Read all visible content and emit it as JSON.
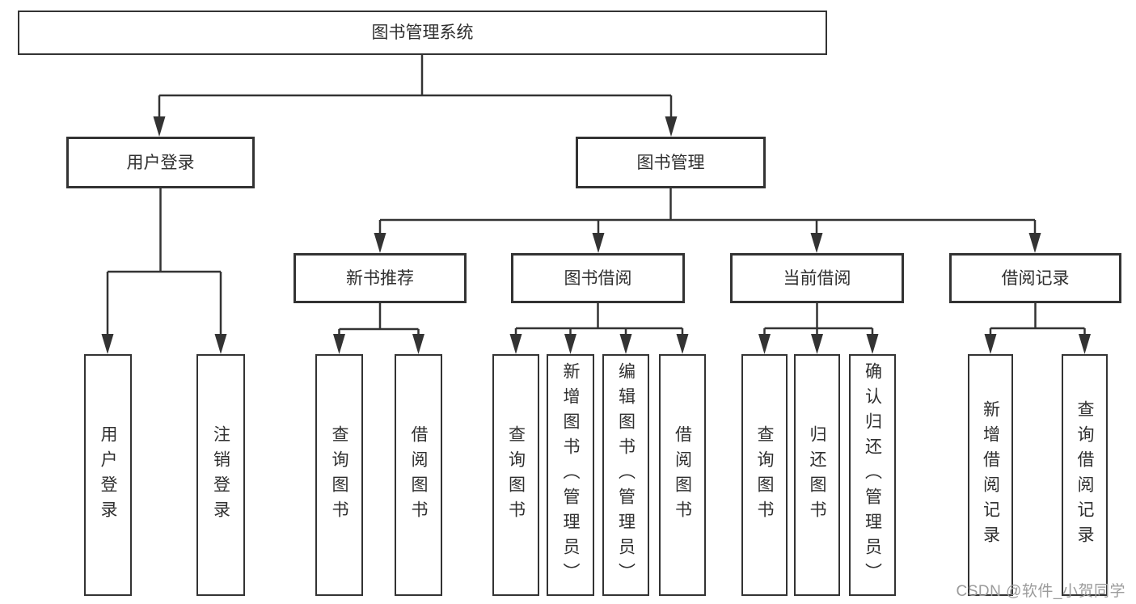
{
  "diagram": {
    "root": {
      "label": "图书管理系统"
    },
    "level2": {
      "user_login": {
        "label": "用户登录"
      },
      "book_management": {
        "label": "图书管理"
      }
    },
    "level3": {
      "new_book_recommend": {
        "label": "新书推荐"
      },
      "book_borrow": {
        "label": "图书借阅"
      },
      "current_borrow": {
        "label": "当前借阅"
      },
      "borrow_record": {
        "label": "借阅记录"
      }
    },
    "leaves": {
      "user_login": [
        "用户登录",
        "注销登录"
      ],
      "new_book_recommend": [
        "查询图书",
        "借阅图书"
      ],
      "book_borrow": [
        "查询图书",
        "新增图书（管理员）",
        "编辑图书（管理员）",
        "借阅图书"
      ],
      "current_borrow": [
        "查询图书",
        "归还图书",
        "确认归还（管理员）"
      ],
      "borrow_record": [
        "新增借阅记录",
        "查询借阅记录"
      ]
    }
  },
  "watermark": "CSDN @软件_小贺同学",
  "colors": {
    "line": "#333333",
    "text": "#2f2f2f",
    "watermark": "#9b9b9b",
    "background": "#ffffff"
  }
}
